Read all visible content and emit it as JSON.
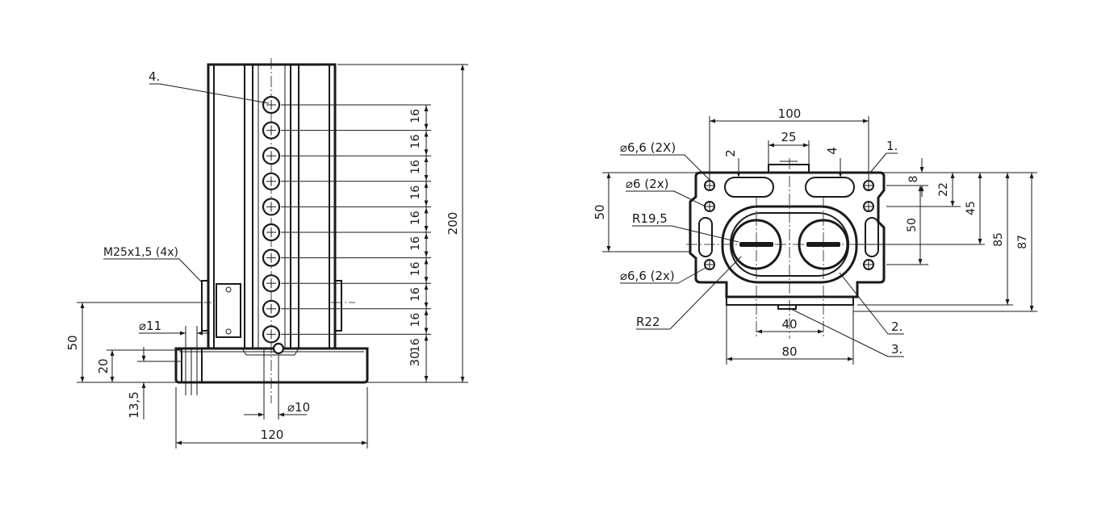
{
  "colors": {
    "line": "#1a1a1a",
    "background": "#ffffff"
  },
  "front_view": {
    "leader_part": "4.",
    "thread_label": "M25x1,5 (4x)",
    "dia_bottom_hole": "⌀11",
    "dia_center": "⌀10",
    "pitch_labels": [
      "16",
      "16",
      "16",
      "16",
      "16",
      "16",
      "16",
      "16",
      "16",
      "16"
    ],
    "dim_bottom_offset": "30",
    "dim_total_height": "200",
    "dim_thread_height": "50",
    "dim_base_height": "20",
    "dim_base_depth": "13,5",
    "dim_base_width": "120"
  },
  "top_view": {
    "dim_width": "100",
    "dim_slot_spacing": "25",
    "dim_slot_left": "2",
    "dim_slot_right": "4",
    "part_1": "1.",
    "part_2": "2.",
    "part_3": "3.",
    "hole_label_top": "⌀6,6 (2X)",
    "hole_label_mid": "⌀6 (2x)",
    "hole_label_bottom": "⌀6,6 (2x)",
    "radius_inner": "R19,5",
    "radius_outer": "R22",
    "dim_left_height": "50",
    "dim_8": "8",
    "dim_22": "22",
    "dim_45": "45",
    "dim_50": "50",
    "dim_85": "85",
    "dim_87": "87",
    "dim_40": "40",
    "dim_80": "80"
  }
}
